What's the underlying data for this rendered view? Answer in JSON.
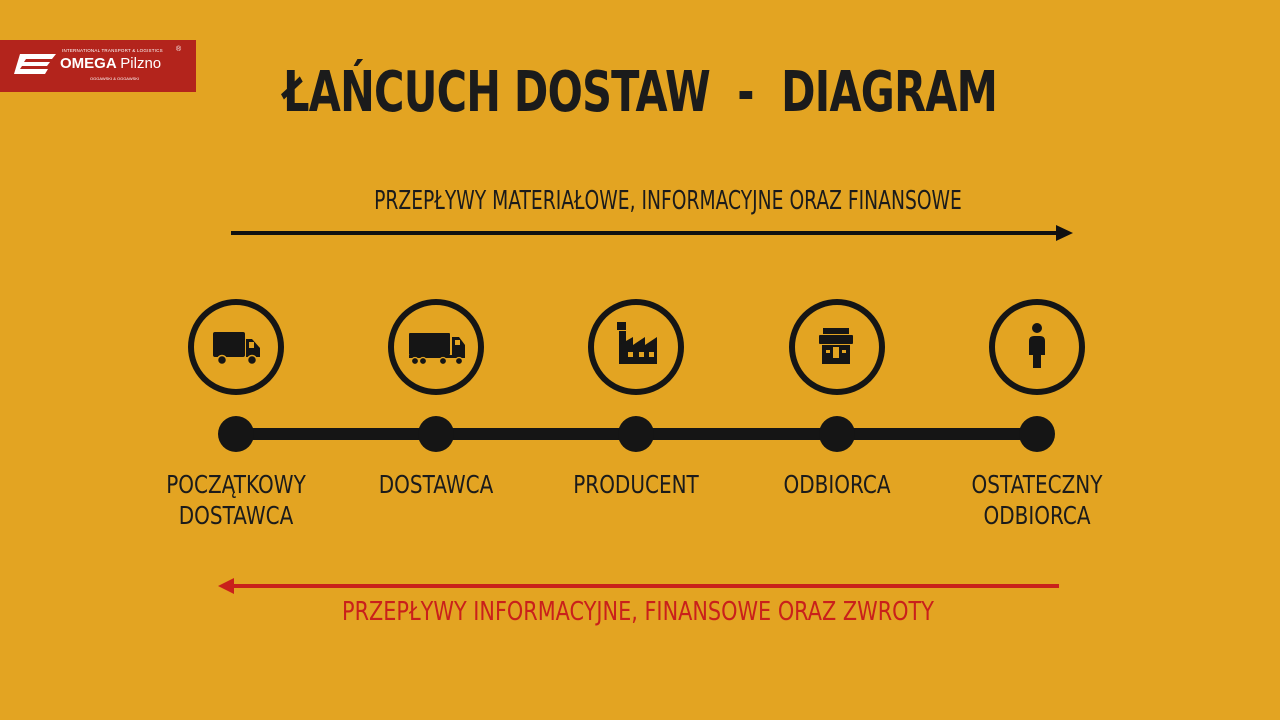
{
  "logo": {
    "tagline": "INTERNATIONAL TRANSPORT & LOGISTICS",
    "brand": "OMEGA",
    "city": "Pilzno",
    "subline": "OGGAWSKI & OGGAWSKI",
    "registered": "®"
  },
  "title": "ŁAŃCUCH DOSTAW  -  DIAGRAM",
  "top_flow": {
    "label": "PRZEPŁYWY MATERIAŁOWE, INFORMACYJNE ORAZ FINANSOWE",
    "color": "#111111"
  },
  "bottom_flow": {
    "label": "PRZEPŁYWY INFORMACYJNE, FINANSOWE ORAZ ZWROTY",
    "color": "#c9201b"
  },
  "stages": [
    {
      "label_lines": [
        "POCZĄTKOWY",
        "DOSTAWCA"
      ],
      "icon": "van-icon"
    },
    {
      "label_lines": [
        "DOSTAWCA"
      ],
      "icon": "truck-icon"
    },
    {
      "label_lines": [
        "PRODUCENT"
      ],
      "icon": "factory-icon"
    },
    {
      "label_lines": [
        "ODBIORCA"
      ],
      "icon": "shop-icon"
    },
    {
      "label_lines": [
        "OSTATECZNY",
        "ODBIORCA"
      ],
      "icon": "person-icon"
    }
  ],
  "colors": {
    "background": "#e3a422",
    "ink": "#1b1b1b",
    "logo_bg": "#b3241c"
  }
}
